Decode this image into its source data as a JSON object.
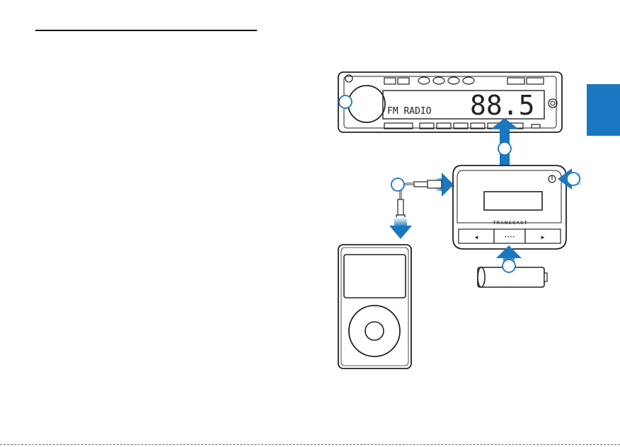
{
  "radio": {
    "band_label": "FM RADIO",
    "frequency": "88.5"
  },
  "transmitter": {
    "brand": "TRANSCAST",
    "prev_symbol": "◄",
    "next_symbol": "►",
    "center_dots": "• • • •"
  },
  "colors": {
    "accent_blue": "#1b77c0",
    "line": "#222222"
  }
}
